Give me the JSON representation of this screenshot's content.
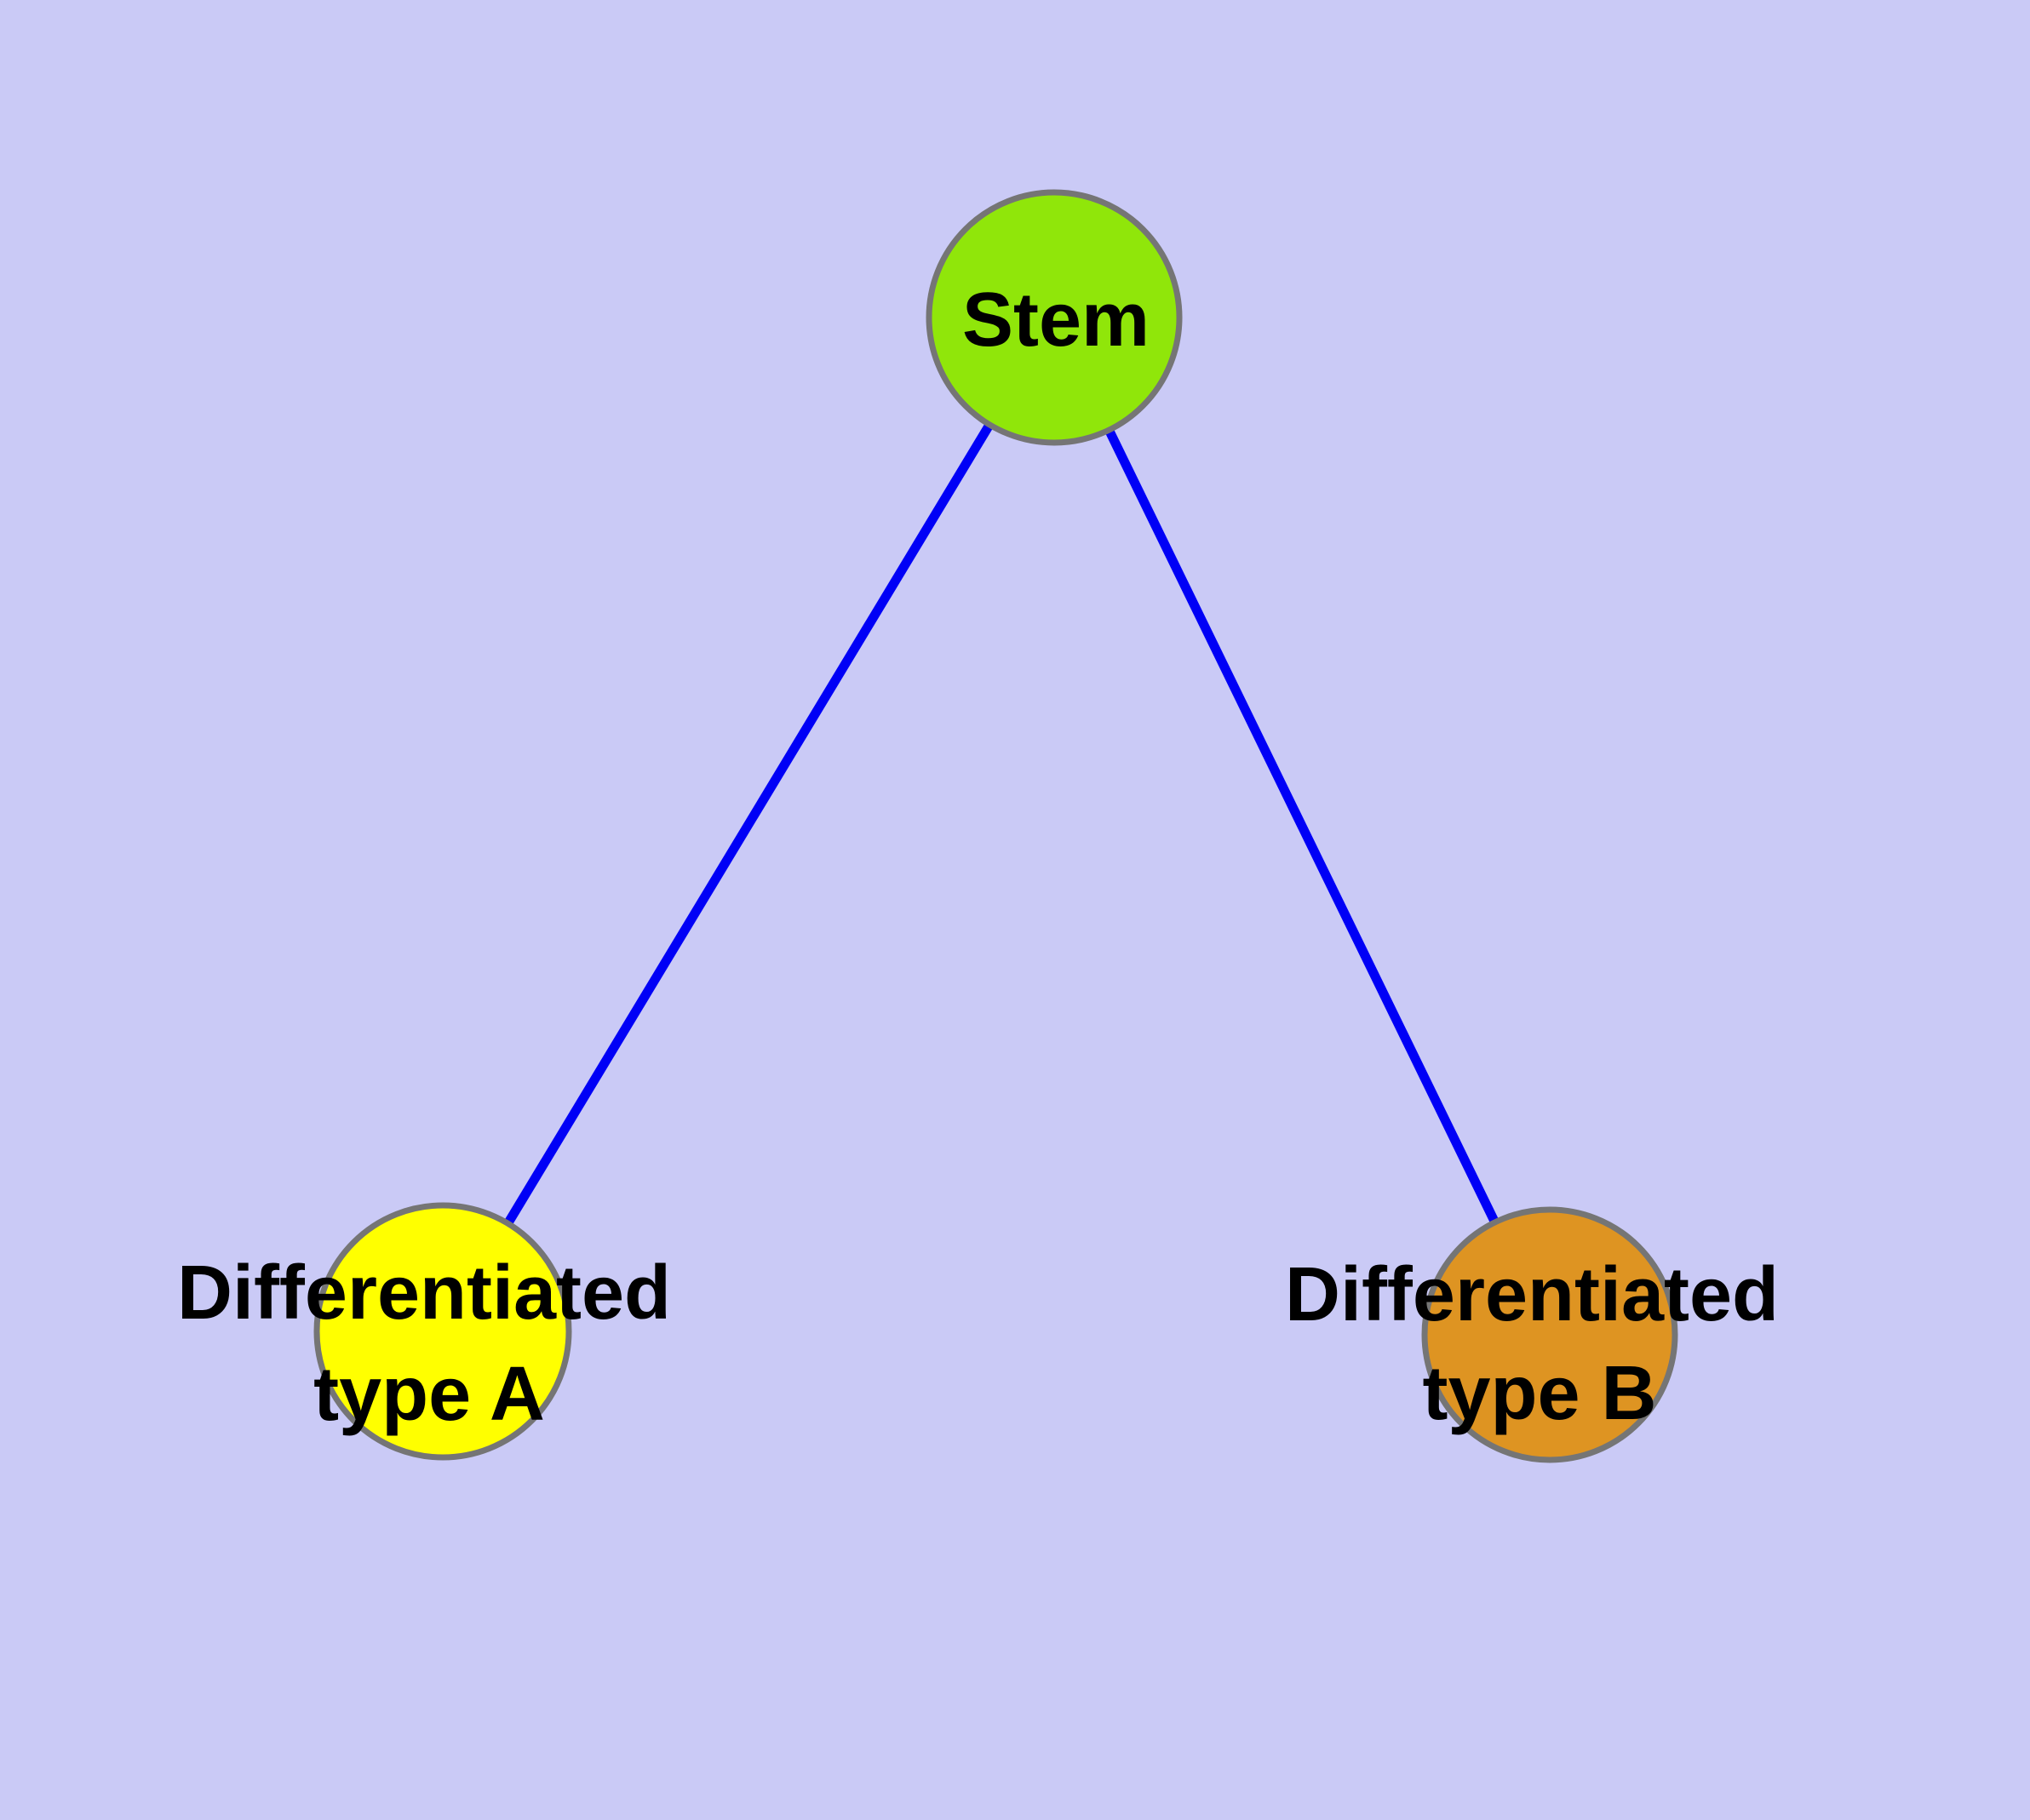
{
  "diagram": {
    "type": "graph",
    "background_color": "#CACAF6",
    "edge_color": "#0000F6",
    "node_border_color": "#757575",
    "label_color": "#000000",
    "nodes": [
      {
        "id": "stem",
        "label": "Stem",
        "fill": "#90E60A"
      },
      {
        "id": "differentiated-type-a",
        "label_line1": "Differentiated",
        "label_line2": "type A",
        "fill": "#FFFF00"
      },
      {
        "id": "differentiated-type-b",
        "label_line1": "Differentiated",
        "label_line2": "type B",
        "fill": "#DE9422"
      }
    ],
    "edges": [
      {
        "from": "stem",
        "to": "differentiated-type-a"
      },
      {
        "from": "stem",
        "to": "differentiated-type-b"
      }
    ]
  }
}
